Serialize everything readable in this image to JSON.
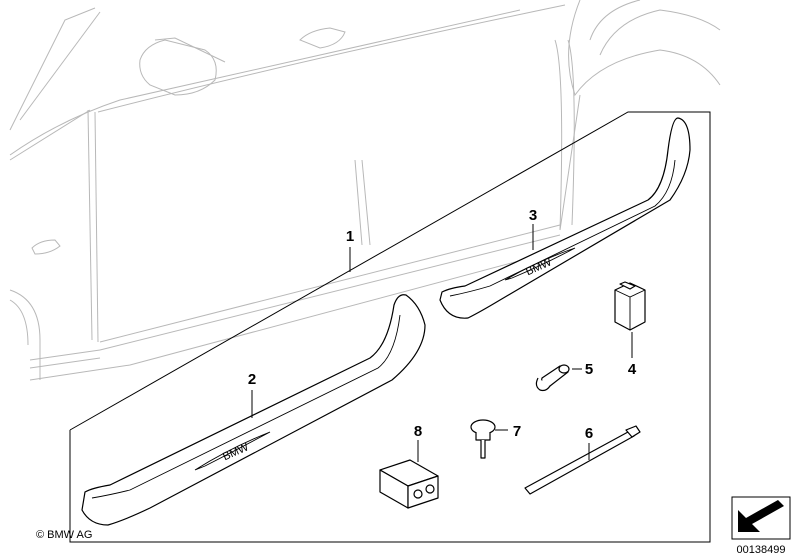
{
  "parts": [
    {
      "number": "1",
      "name": "door-sill-set"
    },
    {
      "number": "2",
      "name": "front-door-sill-strip"
    },
    {
      "number": "3",
      "name": "rear-door-sill-strip"
    },
    {
      "number": "4",
      "name": "connector-module"
    },
    {
      "number": "5",
      "name": "grommet"
    },
    {
      "number": "6",
      "name": "cable-tie"
    },
    {
      "number": "7",
      "name": "expanding-rivet"
    },
    {
      "number": "8",
      "name": "plug-connector"
    }
  ],
  "sill_logo_text": "BMW",
  "copyright": "© BMW AG",
  "diagram_number": "00138499",
  "colors": {
    "outline": "#000000",
    "background_car": "#b8b8b8",
    "paper": "#ffffff"
  },
  "icons": {
    "direction": "arrow-icon"
  }
}
